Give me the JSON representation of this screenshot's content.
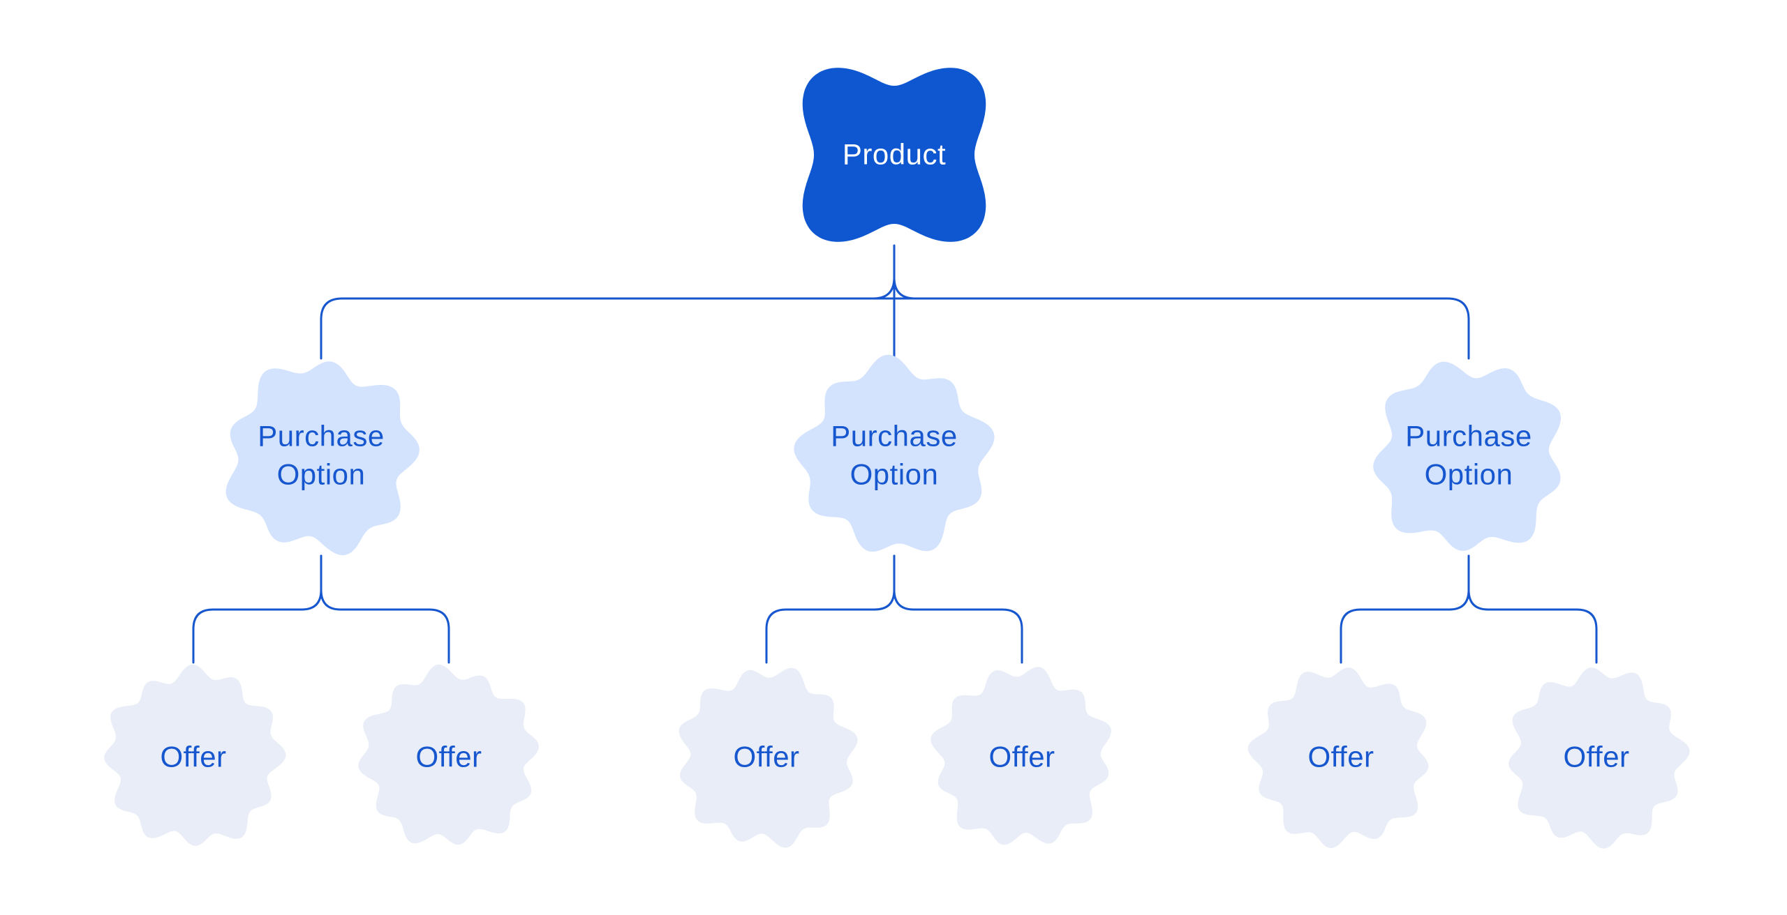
{
  "diagram": {
    "palette": {
      "product_fill": "#0e57d1",
      "product_text": "#ffffff",
      "purchase_option_fill": "#d3e3fd",
      "offer_fill": "#e8edf7",
      "node_text_blue": "#1656ce",
      "connector": "#1656ce",
      "background": "#ffffff"
    },
    "nodes": [
      {
        "id": "product",
        "type": "product",
        "label": "Product"
      },
      {
        "id": "purchase-option-1",
        "type": "purchase-option",
        "label": "Purchase Option"
      },
      {
        "id": "purchase-option-2",
        "type": "purchase-option",
        "label": "Purchase Option"
      },
      {
        "id": "purchase-option-3",
        "type": "purchase-option",
        "label": "Purchase Option"
      },
      {
        "id": "offer-1",
        "type": "offer",
        "label": "Offer"
      },
      {
        "id": "offer-2",
        "type": "offer",
        "label": "Offer"
      },
      {
        "id": "offer-3",
        "type": "offer",
        "label": "Offer"
      },
      {
        "id": "offer-4",
        "type": "offer",
        "label": "Offer"
      },
      {
        "id": "offer-5",
        "type": "offer",
        "label": "Offer"
      },
      {
        "id": "offer-6",
        "type": "offer",
        "label": "Offer"
      }
    ],
    "edges": [
      {
        "from": "product",
        "to": "purchase-option-1"
      },
      {
        "from": "product",
        "to": "purchase-option-2"
      },
      {
        "from": "product",
        "to": "purchase-option-3"
      },
      {
        "from": "purchase-option-1",
        "to": "offer-1"
      },
      {
        "from": "purchase-option-1",
        "to": "offer-2"
      },
      {
        "from": "purchase-option-2",
        "to": "offer-3"
      },
      {
        "from": "purchase-option-2",
        "to": "offer-4"
      },
      {
        "from": "purchase-option-3",
        "to": "offer-5"
      },
      {
        "from": "purchase-option-3",
        "to": "offer-6"
      }
    ]
  }
}
